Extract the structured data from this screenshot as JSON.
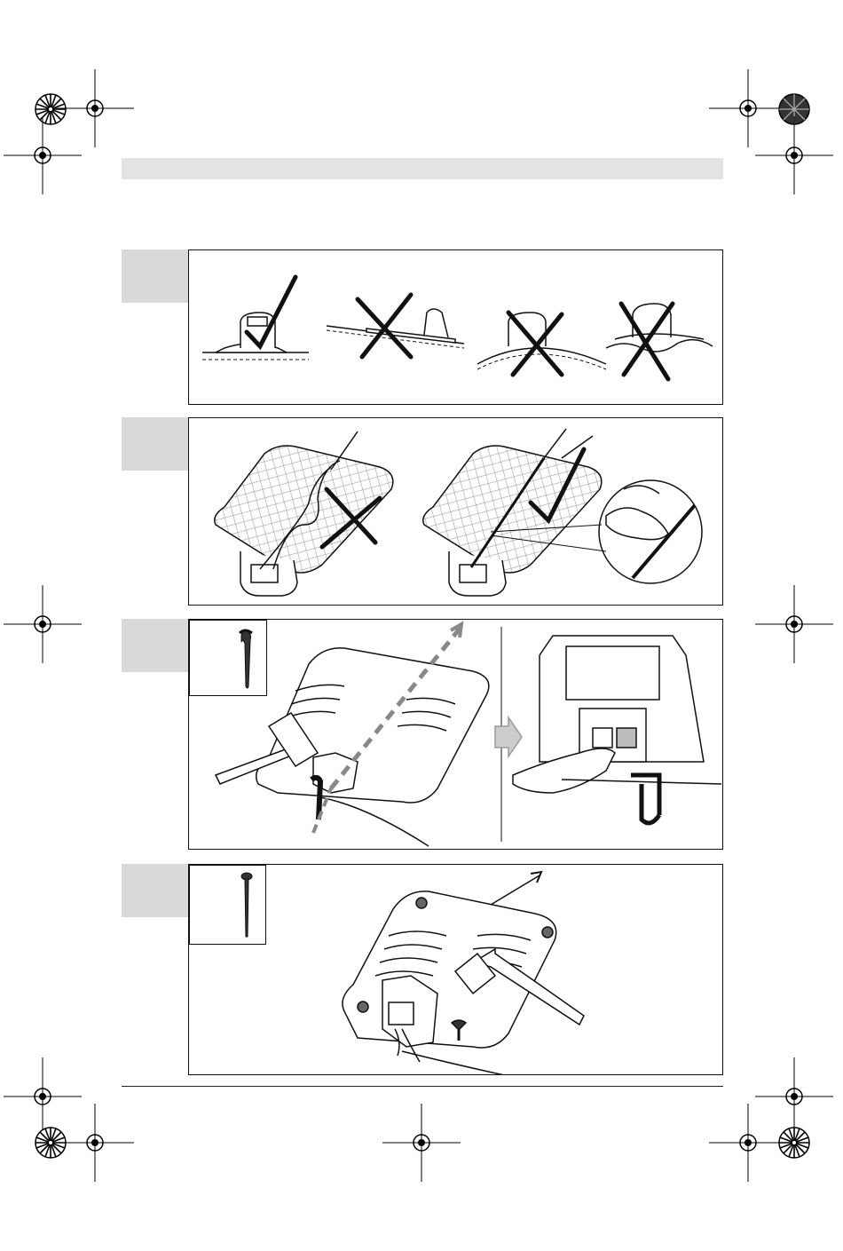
{
  "page": {
    "header_text": "",
    "footer_text": ""
  },
  "steps": [
    {
      "id": "step-1",
      "label": "",
      "illustration": "docking-station-ground-placement",
      "verdicts": [
        "check-icon",
        "cross-icon",
        "cross-icon",
        "cross-icon"
      ]
    },
    {
      "id": "step-2",
      "label": "",
      "illustration": "boundary-wire-routing-under-plate",
      "verdicts": [
        "cross-icon",
        "check-icon"
      ]
    },
    {
      "id": "step-3",
      "label": "",
      "illustration": "wire-peg-and-connector",
      "inset_icon": "wire-peg-icon"
    },
    {
      "id": "step-4",
      "label": "",
      "illustration": "screw-pegs-and-mallet",
      "inset_icon": "screw-peg-icon"
    }
  ],
  "colors": {
    "tab": "#d9d9d9",
    "header": "#e3e3e3",
    "line": "#111111"
  }
}
